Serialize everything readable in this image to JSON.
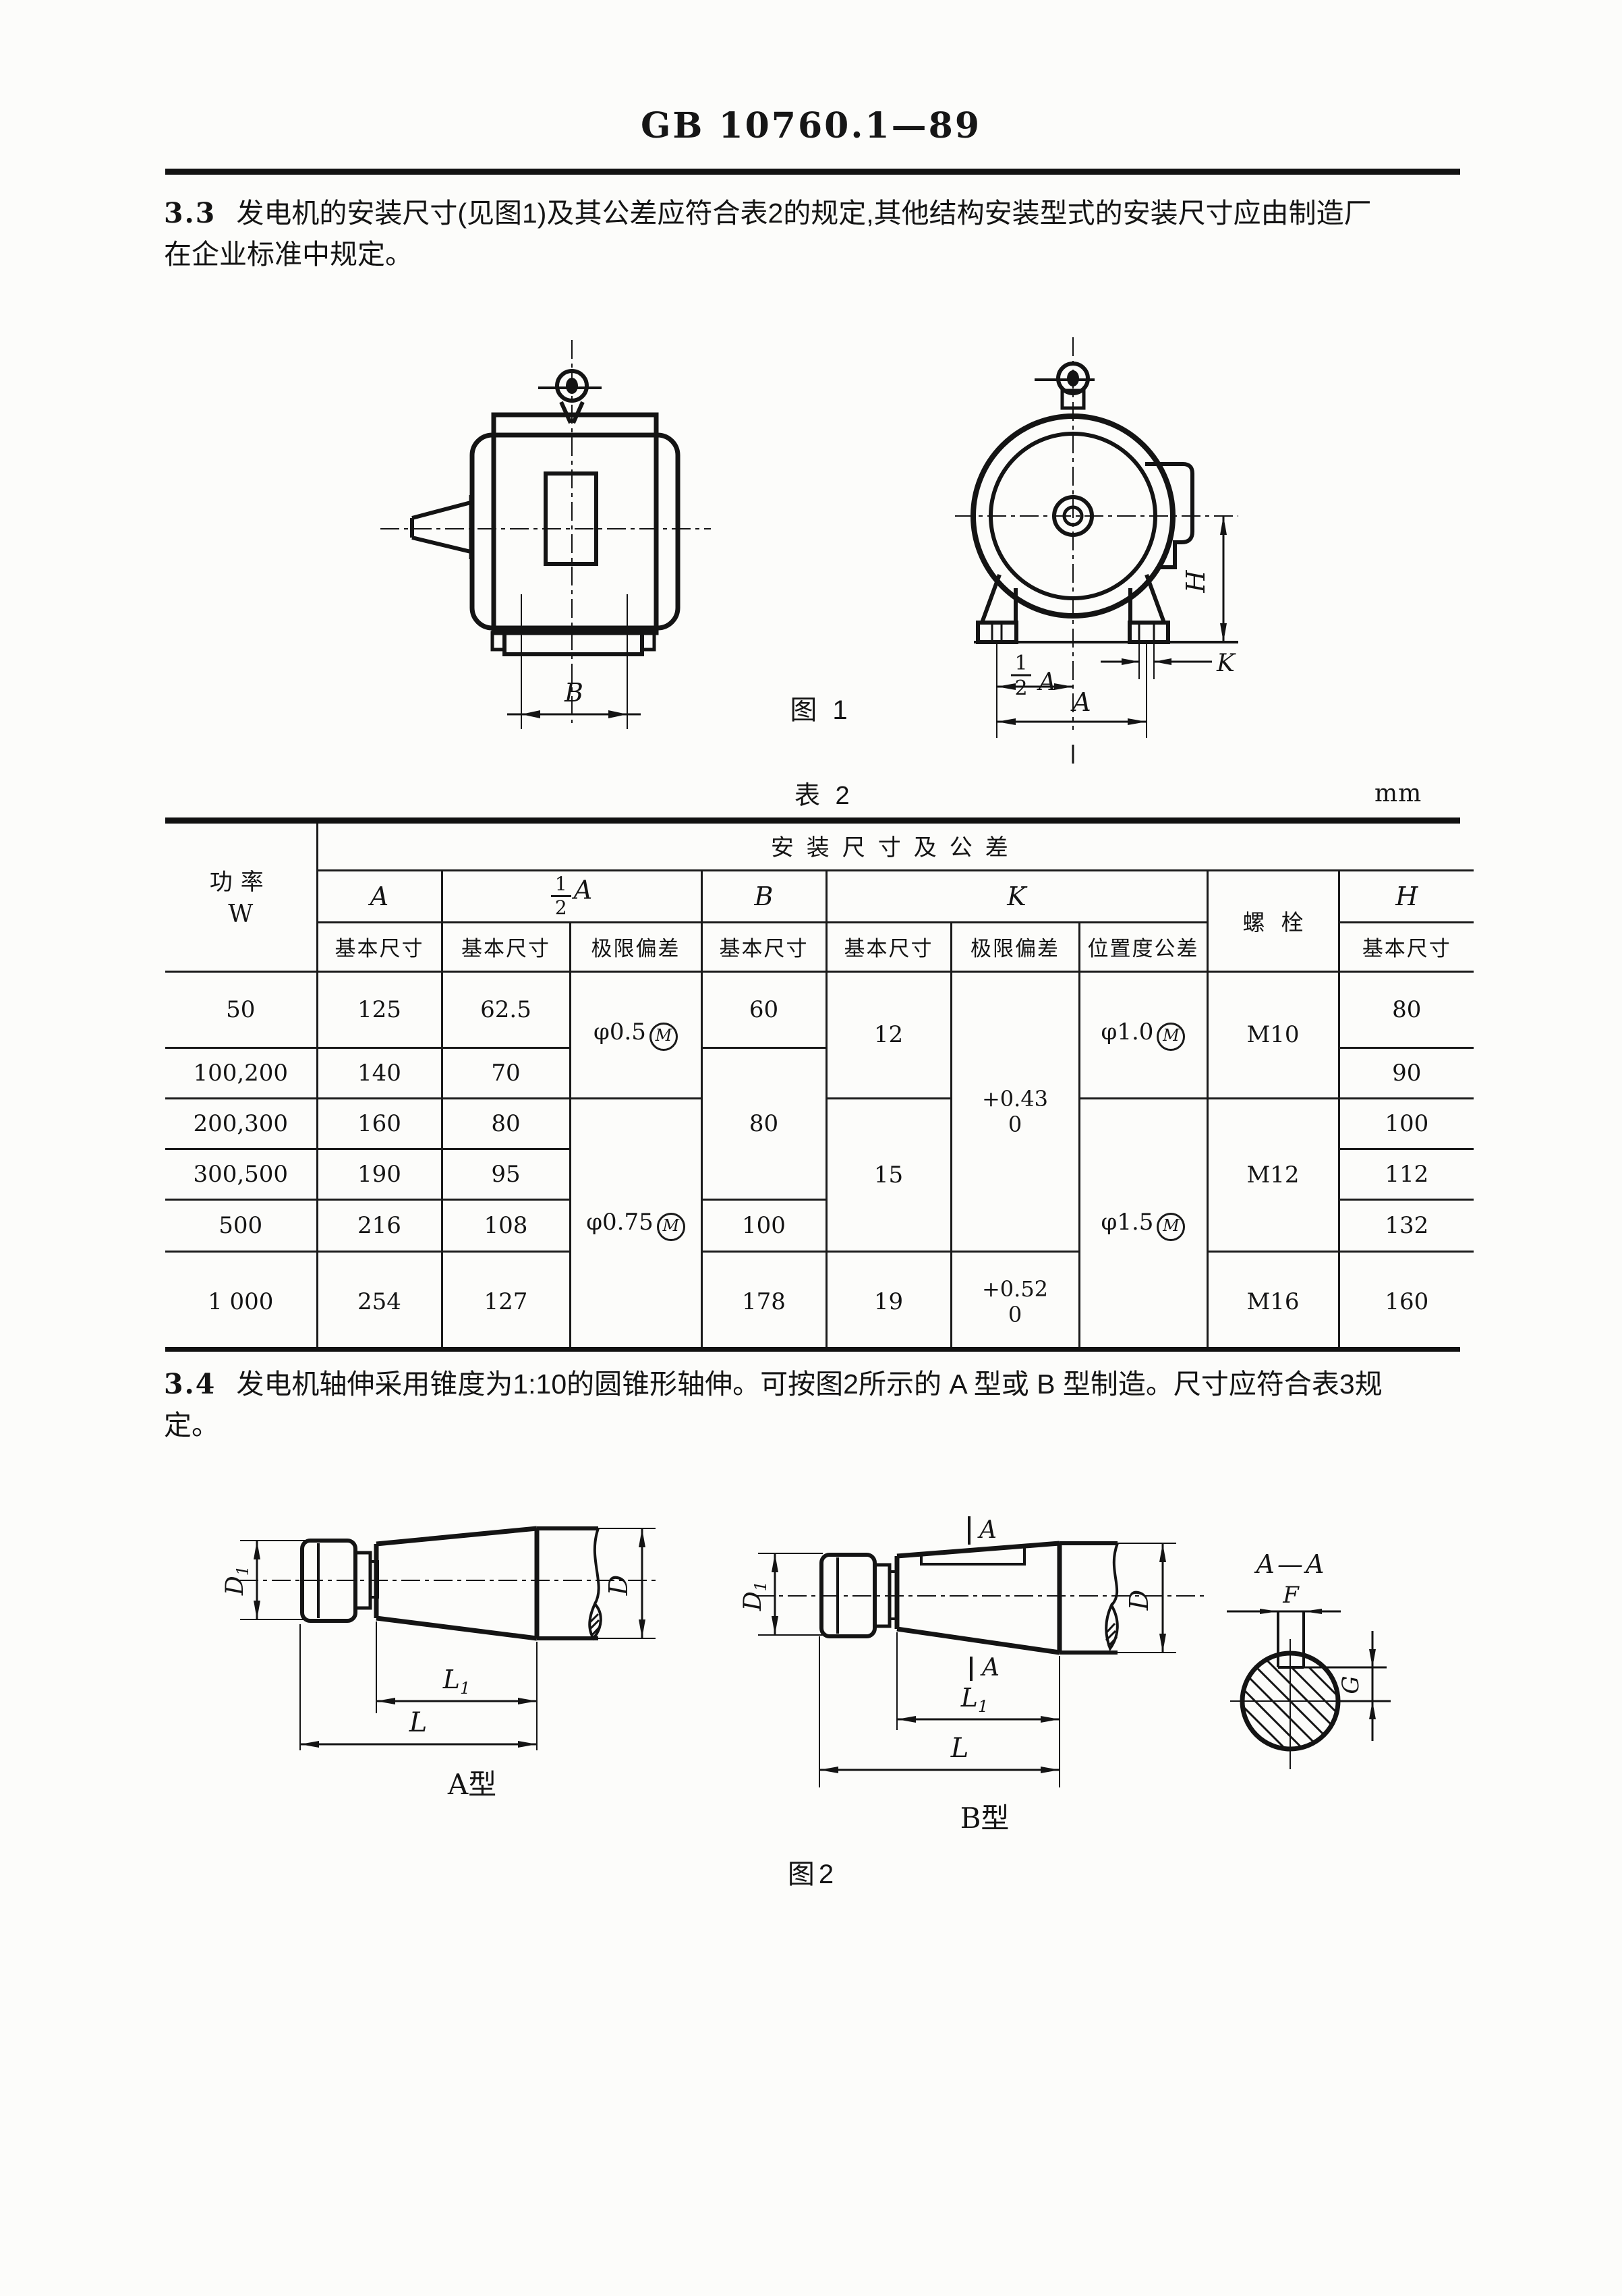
{
  "page": {
    "header_code": "GB 10760.1—89"
  },
  "sections": {
    "s33": {
      "num": "3.3",
      "line1": "发电机的安装尺寸(见图1)及其公差应符合表2的规定,其他结构安装型式的安装尺寸应由制造厂",
      "line2": "在企业标准中规定。"
    },
    "s34": {
      "num": "3.4",
      "line1": "发电机轴伸采用锥度为1:10的圆锥形轴伸。可按图2所示的 A 型或 B 型制造。尺寸应符合表3规",
      "line2": "定。"
    }
  },
  "figure1": {
    "caption": "图 1",
    "labels": {
      "B": "B",
      "A": "A",
      "K": "K",
      "H": "H",
      "half_num": "1",
      "half_den": "2",
      "half_suffix": "A"
    }
  },
  "table2": {
    "caption": "表 2",
    "unit": "mm",
    "header": {
      "power": "功率",
      "power_unit": "W",
      "title": "安装尺寸及公差",
      "A": "A",
      "half_num": "1",
      "half_den": "2",
      "half_suffix": "A",
      "B": "B",
      "K": "K",
      "bolt": "螺栓",
      "H": "H",
      "sub": [
        "基本尺寸",
        "基本尺寸",
        "极限偏差",
        "基本尺寸",
        "基本尺寸",
        "极限偏差",
        "位置度公差",
        "基本尺寸"
      ]
    },
    "rows": [
      {
        "power": "50",
        "cells": [
          {
            "t": "125"
          },
          {
            "t": "62.5"
          },
          {
            "t": "φ0.5",
            "m": "M",
            "rs": 2
          },
          {
            "t": "60"
          },
          {
            "t": "12",
            "rs": 2
          },
          {
            "top": "+0.43",
            "bot": "0",
            "rs": 5
          },
          {
            "t": "φ1.0",
            "m": "M",
            "rs": 2
          },
          {
            "t": "M10",
            "rs": 2
          },
          {
            "t": "80"
          }
        ]
      },
      {
        "power": "100,200",
        "cells": [
          {
            "t": "140"
          },
          {
            "t": "70"
          },
          {
            "t": "80",
            "rs": 3
          },
          {
            "t": "90"
          }
        ]
      },
      {
        "power": "200,300",
        "cells": [
          {
            "t": "160"
          },
          {
            "t": "80"
          },
          {
            "t": "φ0.75",
            "m": "M",
            "rs": 4
          },
          {
            "t": "15",
            "rs": 3
          },
          {
            "t": "φ1.5",
            "m": "M",
            "rs": 4
          },
          {
            "t": "M12",
            "rs": 3
          },
          {
            "t": "100"
          }
        ]
      },
      {
        "power": "300,500",
        "cells": [
          {
            "t": "190"
          },
          {
            "t": "95"
          },
          {
            "t": "112"
          }
        ]
      },
      {
        "power": "500",
        "cells": [
          {
            "t": "216"
          },
          {
            "t": "108"
          },
          {
            "t": "100"
          },
          {
            "t": "132"
          }
        ]
      },
      {
        "power": "1 000",
        "cells": [
          {
            "t": "254"
          },
          {
            "t": "127"
          },
          {
            "t": "178"
          },
          {
            "t": "19"
          },
          {
            "top": "+0.52",
            "bot": "0"
          },
          {
            "t": "M16"
          },
          {
            "t": "160"
          }
        ]
      }
    ]
  },
  "figure2": {
    "caption": "图2",
    "type_a": "A型",
    "type_b": "B型",
    "section_title": "A—A",
    "labels": {
      "D": "D",
      "D1_base": "D",
      "D1_sub": "1",
      "L": "L",
      "L1_base": "L",
      "L1_sub": "1",
      "F": "F",
      "G": "G",
      "section_mark": "A"
    }
  }
}
